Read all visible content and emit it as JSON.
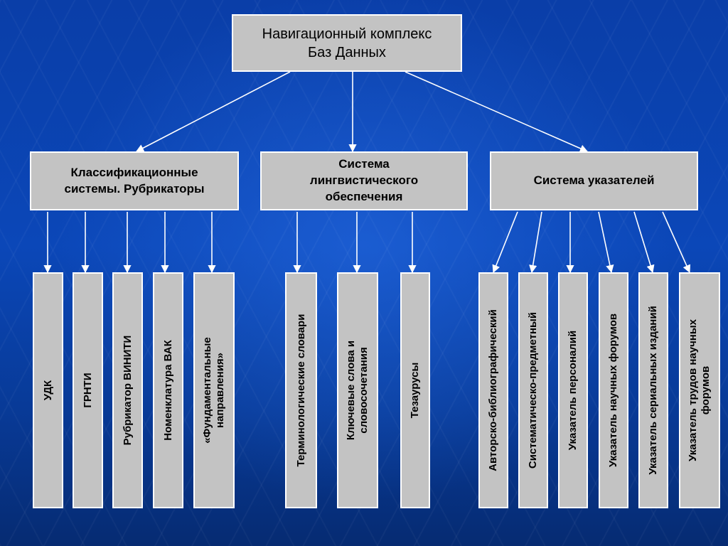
{
  "root": {
    "label": "Навигационный комплекс\nБаз Данных"
  },
  "categories": [
    {
      "label": "Классификационные\nсистемы. Рубрикаторы",
      "items": [
        "УДК",
        "ГРНТИ",
        "Рубрикатор ВИНИТИ",
        "Номенклатура ВАК",
        "«Фундаментальные\nнаправления»"
      ]
    },
    {
      "label": "Система\nлингвистического\nобеспечения",
      "items": [
        "Терминологические словари",
        "Ключевые слова и\nсловосочетания",
        "Тезаурусы"
      ]
    },
    {
      "label": "Система указателей",
      "items": [
        "Авторско-библиографический",
        "Систематическо-предметный",
        "Указатель персоналий",
        "Указатель научных форумов",
        "Указатель сериальных изданий",
        "Указатель трудов научных\nфорумов"
      ]
    }
  ],
  "colors": {
    "box_fill": "#c3c3c3",
    "box_border": "#ffffff",
    "line": "#ffffff",
    "background": "#0b47b8"
  }
}
